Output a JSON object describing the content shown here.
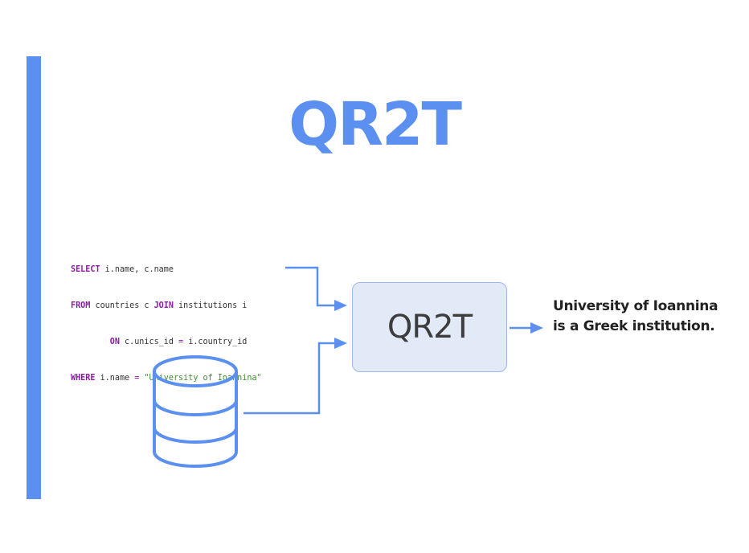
{
  "title": "QR2T",
  "sql": {
    "line1": {
      "kw1": "SELECT",
      "rest1": " i.name, c.name"
    },
    "line2": {
      "kw1": "FROM",
      "rest1": " countries c ",
      "kw2": "JOIN",
      "rest2": " institutions i"
    },
    "line3": {
      "indent": "        ",
      "kw1": "ON",
      "rest1": " c.unics_id ",
      "op": "=",
      "rest2": " i.country_id"
    },
    "line4": {
      "kw1": "WHERE",
      "rest1": " i.name ",
      "op": "=",
      "str": " \"University of Ioannina\""
    }
  },
  "model_box": {
    "label": "QR2T"
  },
  "output": {
    "line1": "University of Ioannina",
    "line2": "is a Greek institution."
  },
  "icons": {
    "database": "database-icon"
  },
  "colors": {
    "accent": "#5b8ff0",
    "box_fill": "#e2eaf8",
    "keyword": "#8b1aa5",
    "string": "#3f8f2f"
  }
}
